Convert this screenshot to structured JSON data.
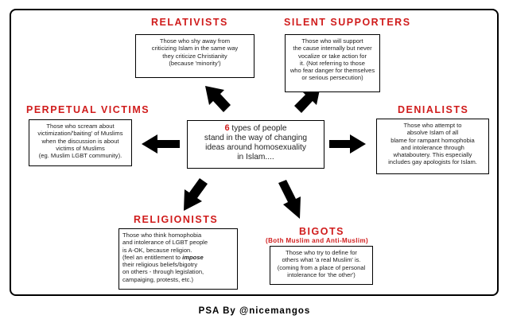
{
  "center": {
    "number": "6",
    "line1_rest": " types of people",
    "line2": "stand in the way of changing",
    "line3": "ideas around homosexuality",
    "line4": "in Islam...."
  },
  "relativists": {
    "title": "RELATIVISTS",
    "lines": [
      "Those who shy away from",
      "criticizing Islam in the same way",
      "they criticize Christianity",
      "(because 'minority')"
    ]
  },
  "silent_supporters": {
    "title": "SILENT SUPPORTERS",
    "lines": [
      "Those who will support",
      "the cause internally but never",
      "vocalize or take action for",
      "it. (Not referring to those",
      "who fear danger for themselves",
      "or serious persecution)"
    ]
  },
  "perpetual_victims": {
    "title": "PERPETUAL VICTIMS",
    "lines": [
      "Those who scream about",
      "victimization/'baiting' of Muslims",
      "when the discussion is about",
      "victims of Muslims",
      "(eg. Muslim LGBT community)."
    ]
  },
  "denialists": {
    "title": "DENIALISTS",
    "lines": [
      "Those who attempt to",
      "absolve Islam of all",
      "blame for rampant homophobia",
      "and intolerance through",
      "whataboutery. This especially",
      "includes gay apologists for Islam."
    ]
  },
  "religionists": {
    "title": "RELIGIONISTS",
    "line1": "Those who think homophobia",
    "line2": "and intolerance of LGBT people",
    "line3": "is A-OK, because religion.",
    "line4_pre": "(feel an entitlement to ",
    "line4_emph": "impose",
    "line5": "their religious beliefs/bigotry",
    "line6": "on others - through legislation,",
    "line7": "campaiging, protests, etc.)"
  },
  "bigots": {
    "title": "BIGOTS",
    "subtitle": "(Both Muslim and Anti-Muslim)",
    "lines": [
      "Those who try to define for",
      "others what 'a real Muslim' is.",
      "(coming from a place of personal",
      "intolerance for 'the other')"
    ]
  },
  "footer": "PSA By @nicemangos",
  "colors": {
    "accent": "#d01c1c",
    "text": "#222222",
    "border": "#000000"
  }
}
